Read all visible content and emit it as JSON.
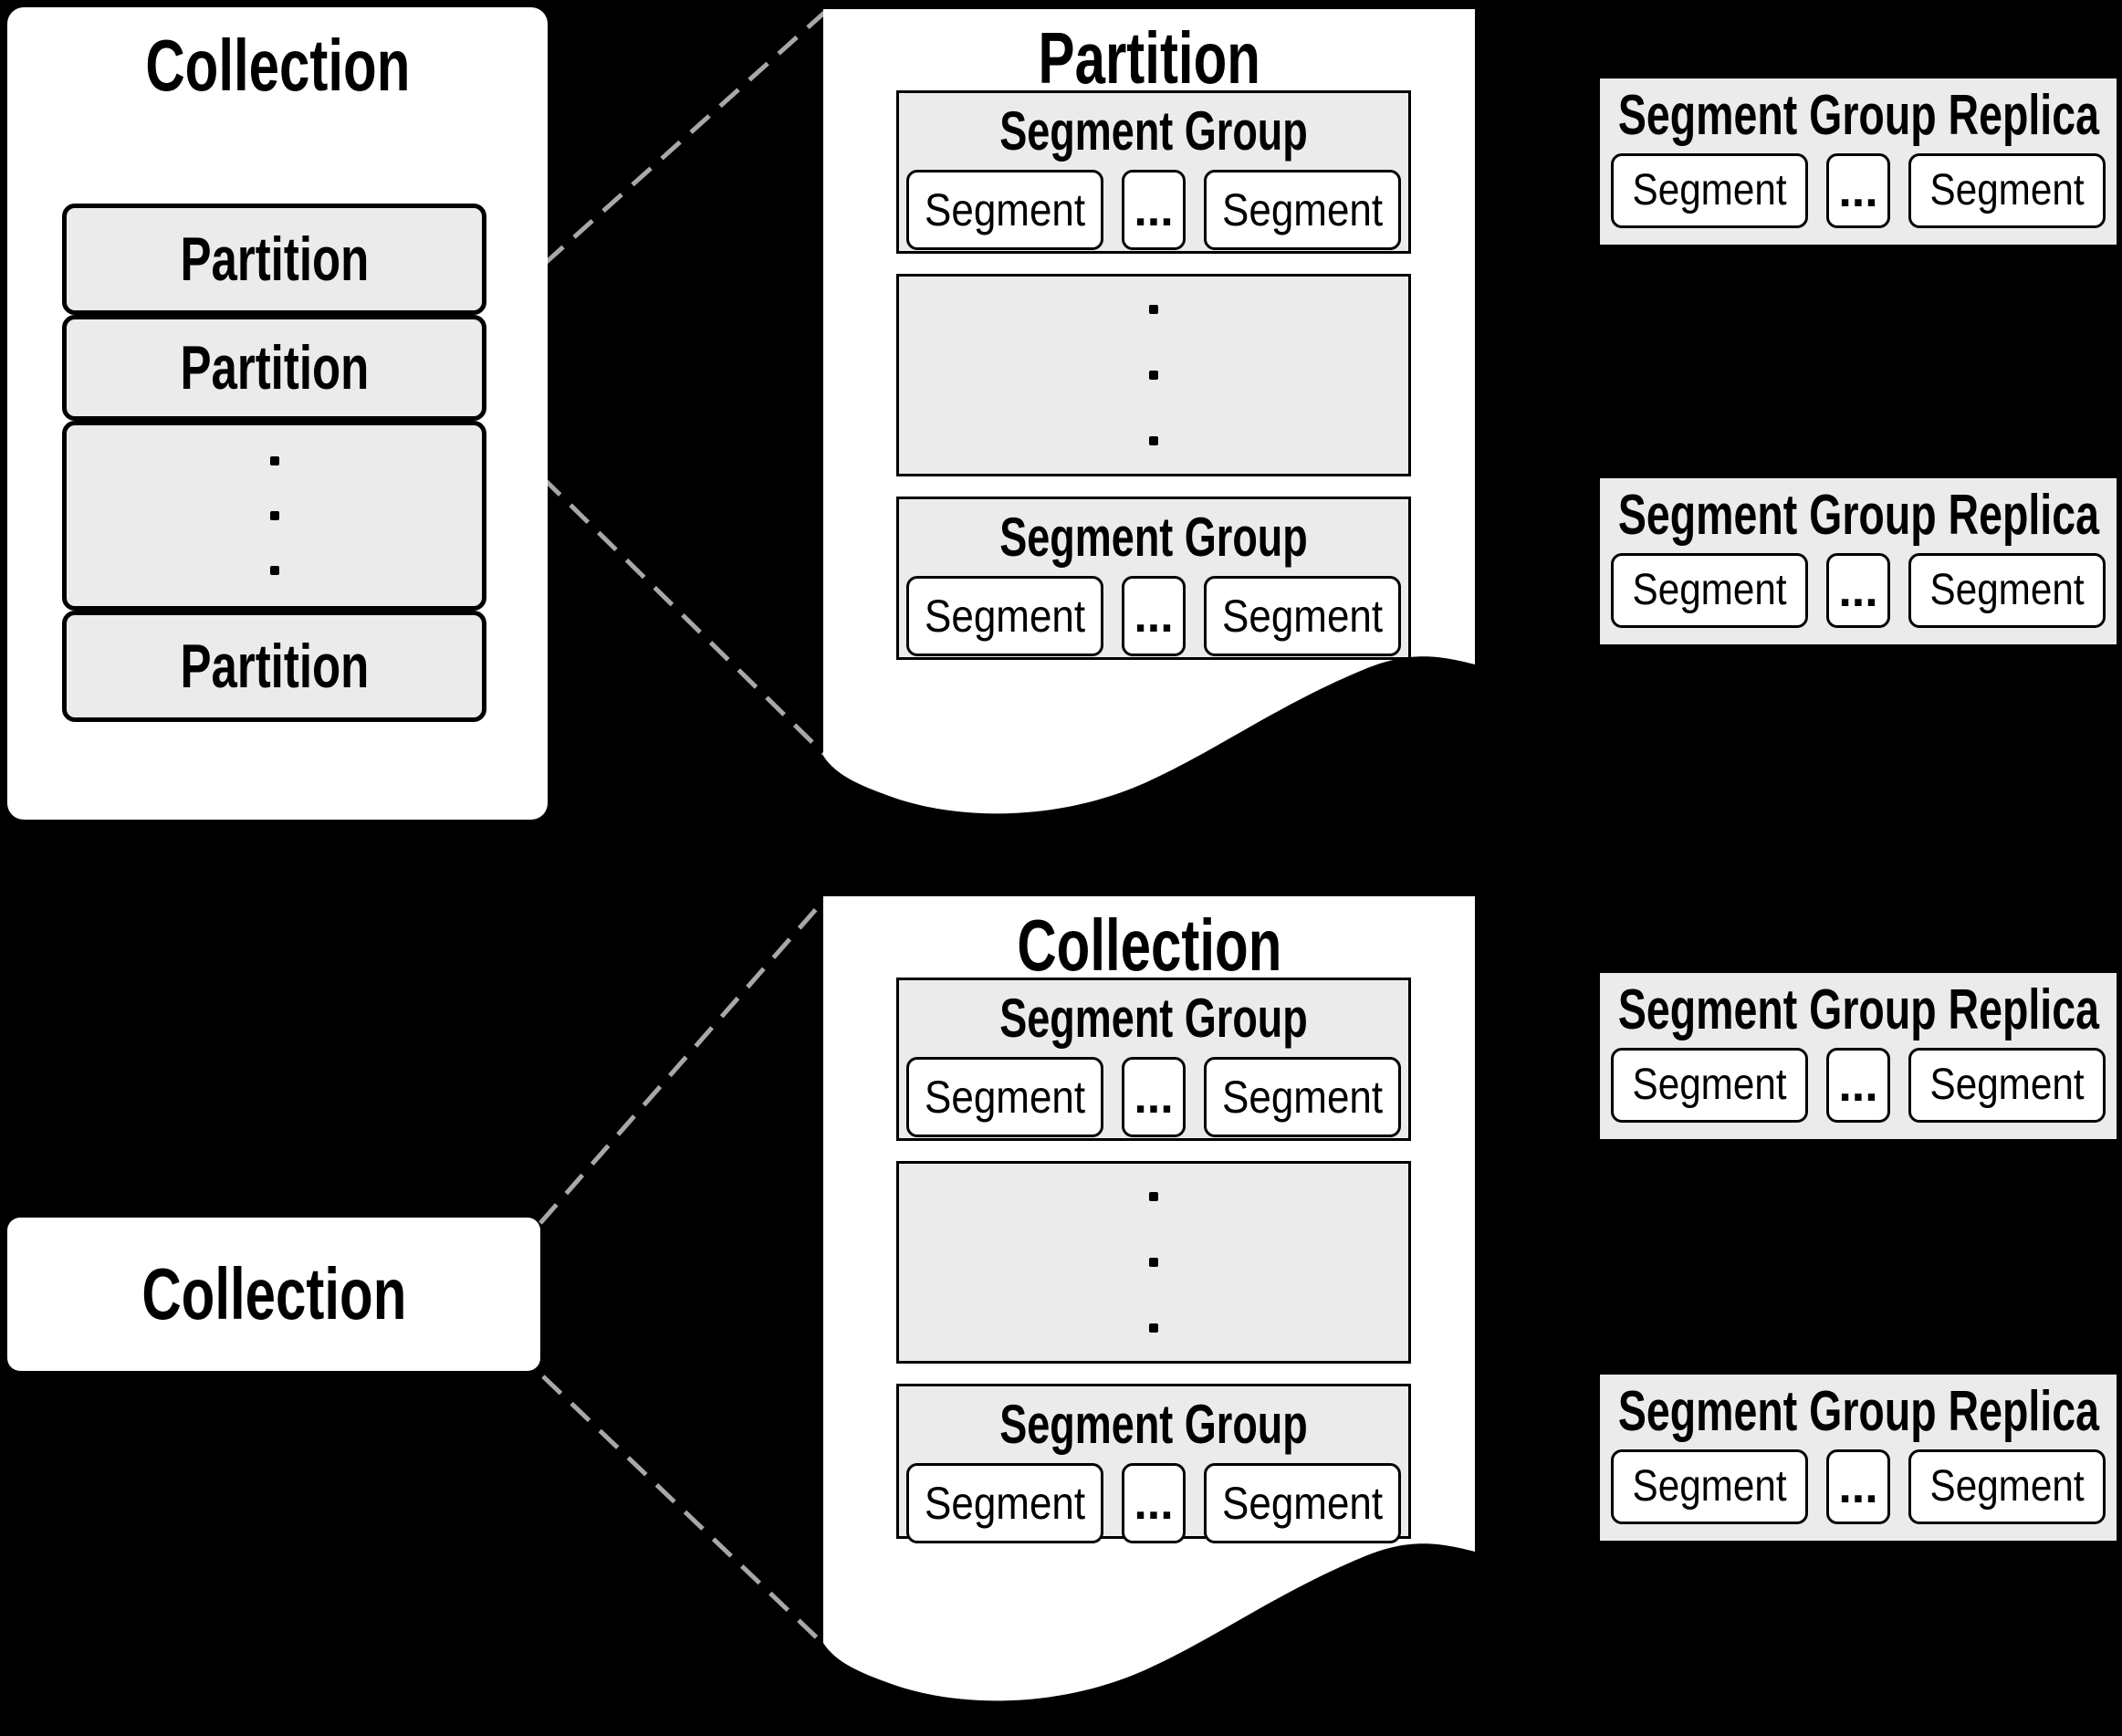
{
  "colors": {
    "background": "#000000",
    "panel_white": "#ffffff",
    "box_gray": "#ebebeb",
    "border_black": "#000000",
    "dashed_line": "#a8a8a8"
  },
  "icons": {
    "vertical_ellipsis": "vertical-ellipsis (three stacked dots)"
  },
  "collection_panel": {
    "title": "Collection",
    "partitions": [
      "Partition",
      "Partition",
      "Partition"
    ]
  },
  "collection_card": {
    "title": "Collection"
  },
  "papers": [
    {
      "title": "Partition",
      "groups": [
        {
          "title": "Segment Group",
          "segment_left": "Segment",
          "ellipsis": "...",
          "segment_right": "Segment"
        },
        {
          "title": "Segment Group",
          "segment_left": "Segment",
          "ellipsis": "...",
          "segment_right": "Segment"
        }
      ]
    },
    {
      "title": "Collection",
      "groups": [
        {
          "title": "Segment Group",
          "segment_left": "Segment",
          "ellipsis": "...",
          "segment_right": "Segment"
        },
        {
          "title": "Segment Group",
          "segment_left": "Segment",
          "ellipsis": "...",
          "segment_right": "Segment"
        }
      ]
    }
  ],
  "replicas": [
    {
      "title": "Segment Group Replica",
      "segment_left": "Segment",
      "ellipsis": "...",
      "segment_right": "Segment"
    },
    {
      "title": "Segment Group Replica",
      "segment_left": "Segment",
      "ellipsis": "...",
      "segment_right": "Segment"
    },
    {
      "title": "Segment Group Replica",
      "segment_left": "Segment",
      "ellipsis": "...",
      "segment_right": "Segment"
    },
    {
      "title": "Segment Group Replica",
      "segment_left": "Segment",
      "ellipsis": "...",
      "segment_right": "Segment"
    }
  ]
}
